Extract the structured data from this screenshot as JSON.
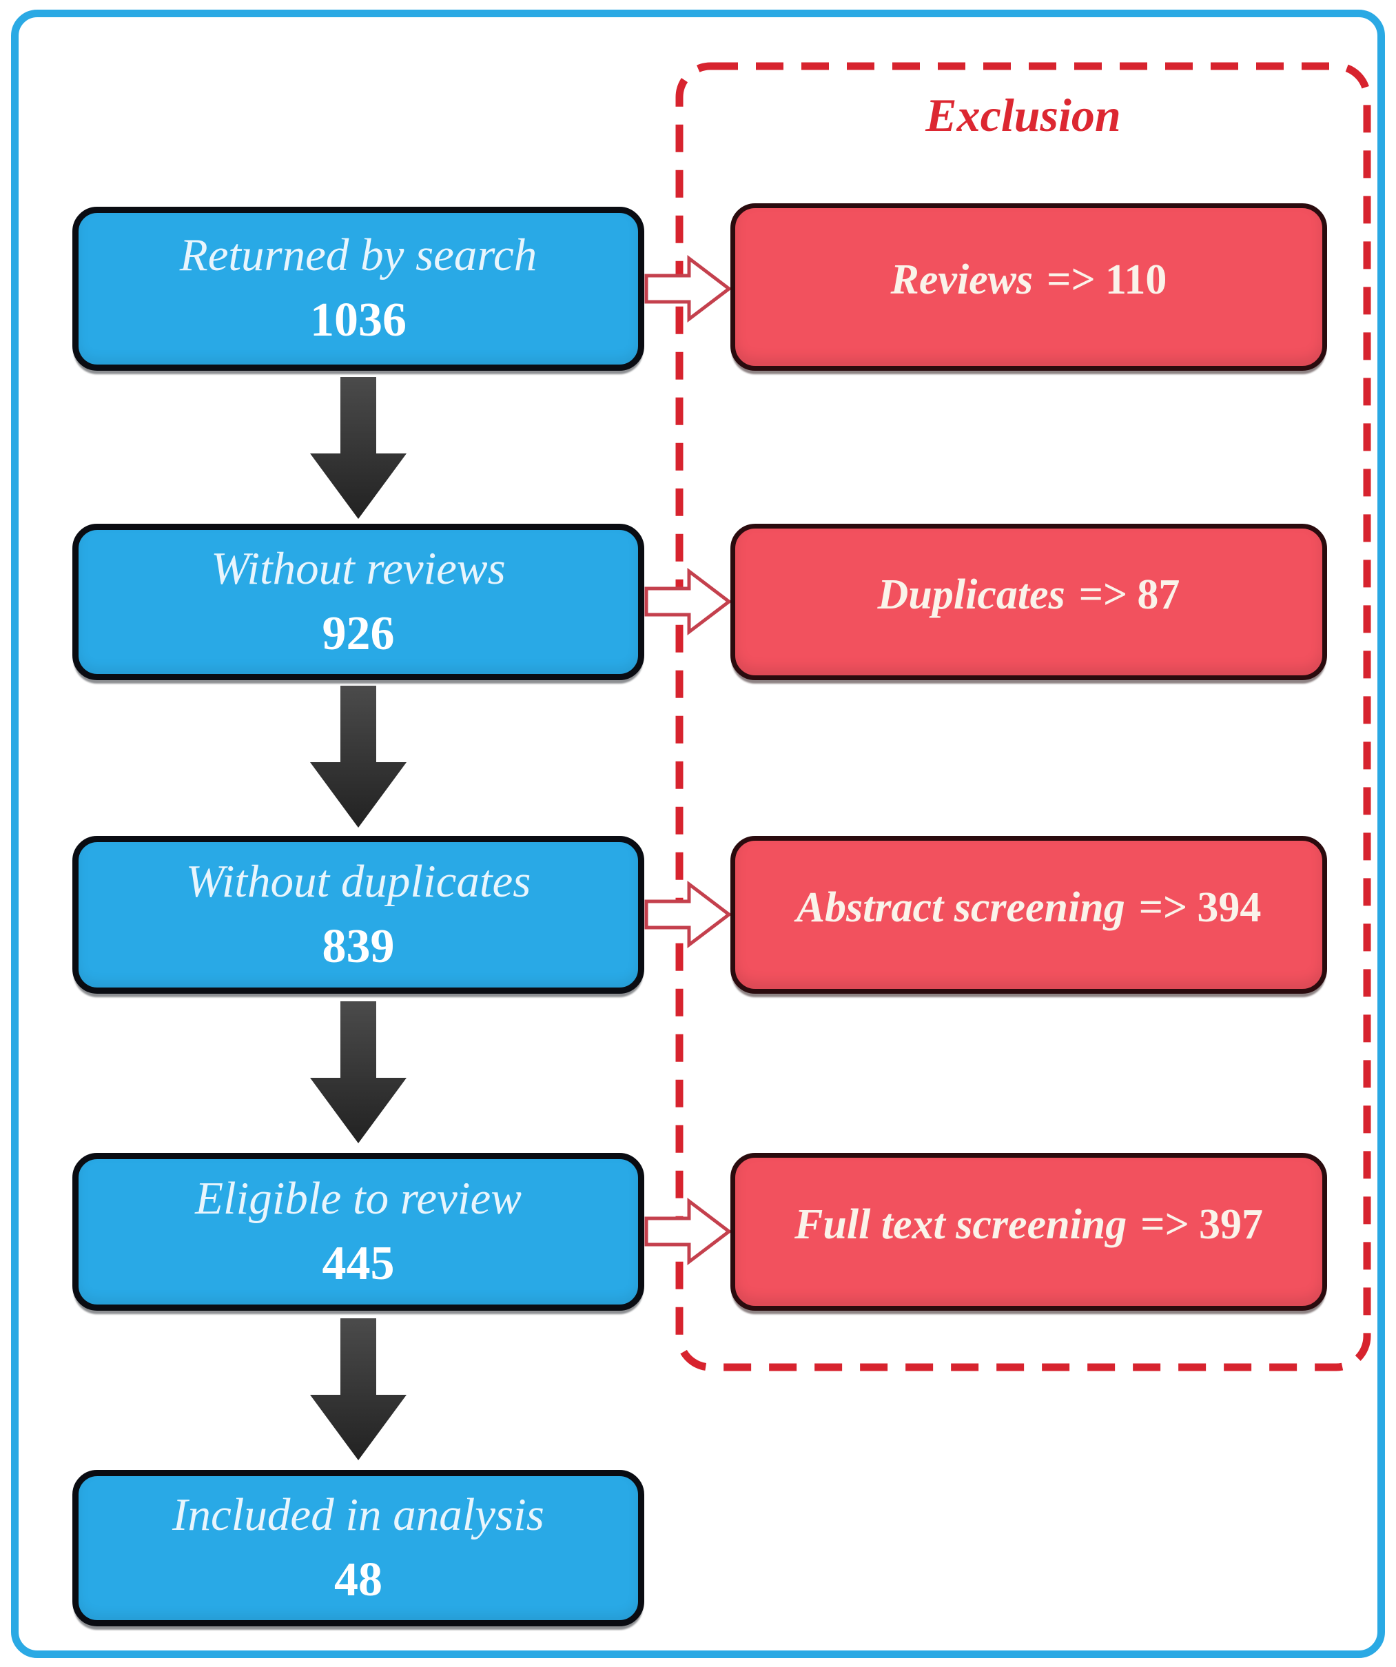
{
  "figure": {
    "exclusion_title": "Exclusion",
    "steps": [
      {
        "label": "Returned by search",
        "value": "1036"
      },
      {
        "label": "Without reviews",
        "value": "926"
      },
      {
        "label": "Without duplicates",
        "value": "839"
      },
      {
        "label": "Eligible to review",
        "value": "445"
      },
      {
        "label": "Included in analysis",
        "value": "48"
      }
    ],
    "exclusions": [
      {
        "label": "Reviews",
        "connector": "=>",
        "value": "110"
      },
      {
        "label": "Duplicates",
        "connector": "=>",
        "value": "87"
      },
      {
        "label": "Abstract screening",
        "connector": "=>",
        "value": "394"
      },
      {
        "label": "Full text screening",
        "connector": "=>",
        "value": "397"
      }
    ],
    "colors": {
      "frame_blue": "#2aa9e4",
      "box_blue": "#29a9e6",
      "box_blue_border": "#0a0c12",
      "box_red": "#f2515e",
      "box_red_border": "#2a0b0e",
      "dashed_border_red": "#d7232e",
      "exclusion_title_red": "#dc2731",
      "right_arrow_outline": "#c4404d",
      "down_arrow_gray": "#383838",
      "step_text": "#e8f5fd",
      "number_text": "#ffffff",
      "exclusion_text": "#faf3ea"
    }
  }
}
